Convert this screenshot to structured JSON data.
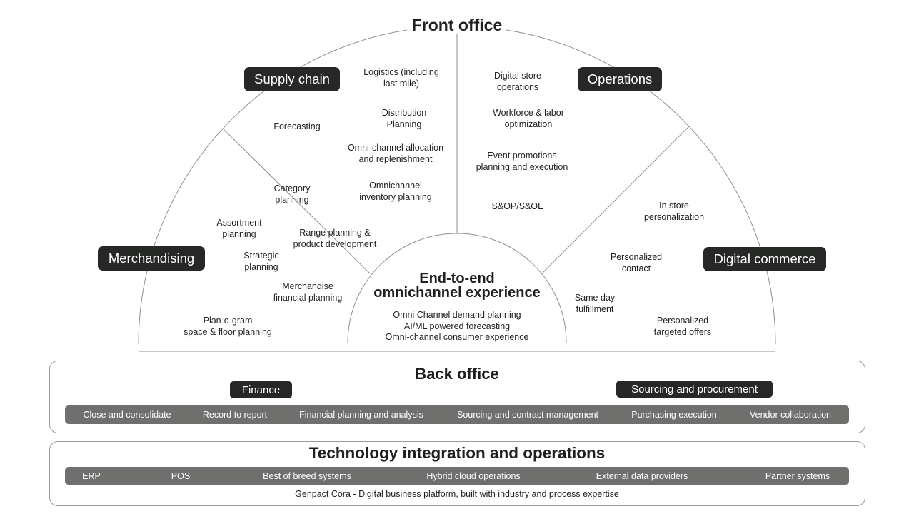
{
  "front_office": {
    "title": "Front office",
    "sections": {
      "supply_chain": "Supply chain",
      "operations": "Operations",
      "merchandising": "Merchandising",
      "digital_commerce": "Digital commerce"
    },
    "supply_chain_items": {
      "logistics": [
        "Logistics (including",
        "last mile)"
      ],
      "distribution": [
        "Distribution",
        "Planning"
      ],
      "allocation": [
        "Omni-channel allocation",
        "and replenishment"
      ],
      "inventory": [
        "Omnichannel",
        "inventory planning"
      ],
      "forecasting": "Forecasting"
    },
    "operations_items": {
      "digital_store": [
        "Digital store",
        "operations"
      ],
      "workforce": [
        "Workforce & labor",
        "optimization"
      ],
      "event_promotions": [
        "Event promotions",
        "planning and execution"
      ],
      "sop": "S&OP/S&OE"
    },
    "merchandising_items": {
      "category": [
        "Category",
        "planning"
      ],
      "assortment": [
        "Assortment",
        "planning"
      ],
      "range": [
        "Range planning &",
        "product development"
      ],
      "strategic": [
        "Strategic",
        "planning"
      ],
      "financial": [
        "Merchandise",
        "financial planning"
      ],
      "planogram": [
        "Plan-o-gram",
        "space & floor planning"
      ]
    },
    "digital_commerce_items": {
      "in_store": [
        "In store",
        "personalization"
      ],
      "contact": [
        "Personalized",
        "contact"
      ],
      "same_day": [
        "Same day",
        "fulfillment"
      ],
      "offers": [
        "Personalized",
        "targeted offers"
      ]
    },
    "hub": {
      "title": [
        "End-to-end",
        "omnichannel experience"
      ],
      "items": [
        "Omni Channel demand planning",
        "AI/ML powered forecasting",
        "Omni-channel consumer experience"
      ]
    }
  },
  "back_office": {
    "title": "Back office",
    "finance_label": "Finance",
    "sourcing_label": "Sourcing and procurement",
    "strip": [
      "Close and consolidate",
      "Record to report",
      "Financial planning and analysis",
      "Sourcing and contract management",
      "Purchasing execution",
      "Vendor collaboration"
    ]
  },
  "technology": {
    "title": "Technology integration and operations",
    "strip": [
      "ERP",
      "POS",
      "Best of breed systems",
      "Hybrid cloud operations",
      "External data providers",
      "Partner systems"
    ],
    "footer": "Genpact Cora - Digital business platform, built with industry and process expertise"
  },
  "colors": {
    "pill": "#262826",
    "strip": "#6f706d",
    "lines": "#8f8f8f"
  }
}
